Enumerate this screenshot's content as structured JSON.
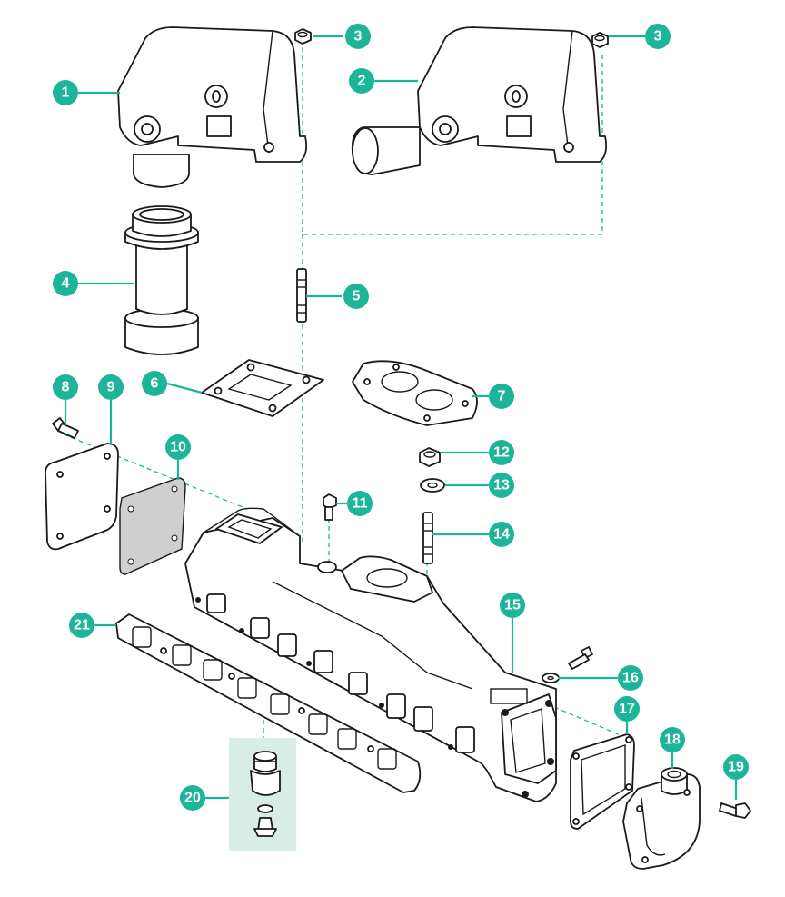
{
  "colors": {
    "accent": "#1db59a",
    "line": "#1a1a1a",
    "shade": "#cfcfcf",
    "panel": "#d8ede6"
  },
  "callouts": [
    "1",
    "2",
    "3",
    "3",
    "4",
    "5",
    "6",
    "7",
    "8",
    "9",
    "10",
    "11",
    "12",
    "13",
    "14",
    "15",
    "16",
    "17",
    "18",
    "19",
    "20",
    "21"
  ]
}
